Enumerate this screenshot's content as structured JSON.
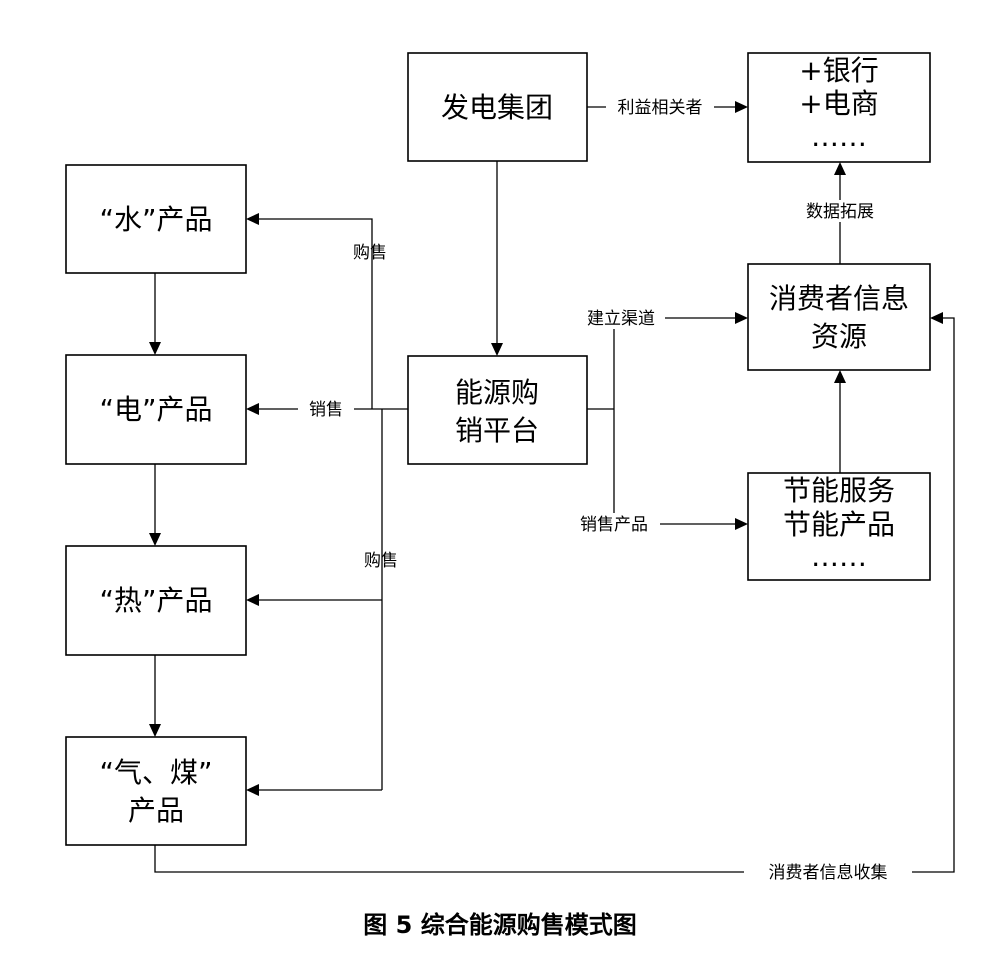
{
  "nodes": {
    "power_group": "发电集团",
    "stakeholders": [
      "+银行",
      "+电商",
      "……"
    ],
    "water": "“水”产品",
    "electricity": "“电”产品",
    "heat": "“热”产品",
    "gas_coal": [
      "“气、煤”",
      "产品"
    ],
    "platform": [
      "能源购",
      "销平台"
    ],
    "consumer_info": [
      "消费者信息",
      "资源"
    ],
    "energy_services": [
      "节能服务",
      "节能产品",
      "……"
    ]
  },
  "edges": {
    "stakeholder": "利益相关者",
    "data_expand": "数据拓展",
    "purchase_top": "购售",
    "sales": "销售",
    "purchase_bottom": "购售",
    "build_channel": "建立渠道",
    "sell_products": "销售产品",
    "collect_info": "消费者信息收集"
  },
  "caption": "图 5  综合能源购售模式图"
}
